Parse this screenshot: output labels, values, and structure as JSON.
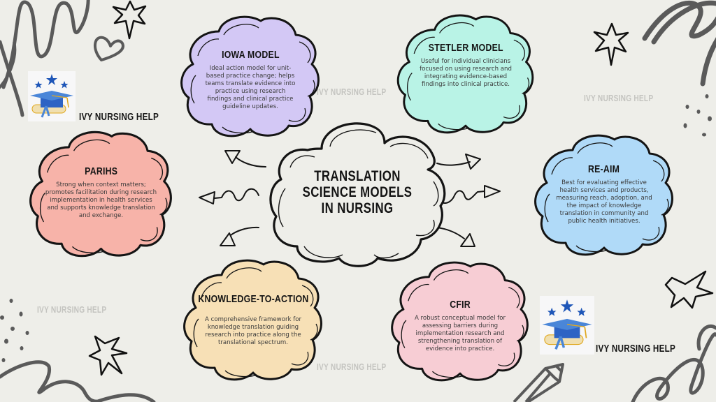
{
  "infographic": {
    "central_title": {
      "line1": "TRANSLATION",
      "line2": "SCIENCE MODELS",
      "line3": "IN NURSING"
    },
    "models": [
      {
        "id": "iowa",
        "title": "IOWA MODEL",
        "description": "Ideal action model for unit-based practice change; helps teams translate evidence into practice using research findings and clinical practice guideline updates.",
        "color": "#d3c8f5"
      },
      {
        "id": "stetler",
        "title": "STETLER MODEL",
        "description": "Useful for individual clinicians focused on using research and integrating evidence-based findings into clinical practice.",
        "color": "#b9f3e6"
      },
      {
        "id": "parihs",
        "title": "PARIHS",
        "description": "Strong when context matters; promotes facilitation during research implementation in health services and supports knowledge translation and exchange.",
        "color": "#f7b3a9"
      },
      {
        "id": "re-aim",
        "title": "RE-AIM",
        "description": "Best for evaluating effective health services and products, measuring reach, adoption, and the impact of knowledge translation in community and public health initiatives.",
        "color": "#b0daf8"
      },
      {
        "id": "kta",
        "title": "KNOWLEDGE-TO-ACTION",
        "description": "A comprehensive framework for knowledge translation guiding research into practice along the translational spectrum.",
        "color": "#f7e0b6"
      },
      {
        "id": "cfir",
        "title": "CFIR",
        "description": "A robust conceptual model for assessing barriers during implementation research and strengthening translation of evidence into practice.",
        "color": "#f7cdd4"
      }
    ]
  },
  "branding": {
    "name": "IVY NURSING HELP",
    "logo_icon": "graduation-cap-with-stars-icon",
    "watermarks": [
      "IVY NURSING HELP",
      "IVY NURSING HELP",
      "IVY NURSING HELP",
      "IVY NURSING HELP"
    ]
  },
  "colors": {
    "background": "#eeeee9",
    "outline": "#141414",
    "scribble": "#5a5a5a",
    "logo_blue": "#1e56b8",
    "watermark": "#c4c4c0"
  }
}
